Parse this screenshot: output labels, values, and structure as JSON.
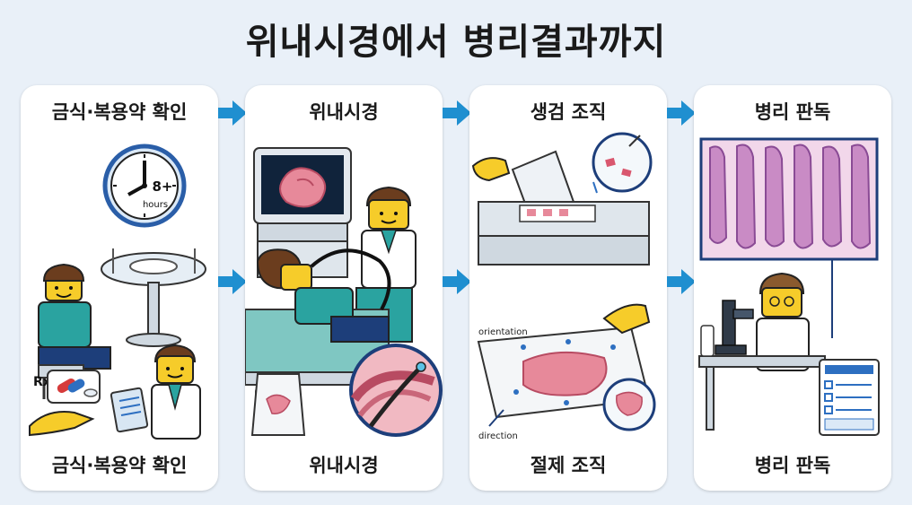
{
  "title": "위내시경에서 병리결과까지",
  "panels": [
    {
      "top_label": "금식·복용약 확인",
      "bottom_label": "금식·복용약 확인",
      "clock_number": "8+",
      "clock_unit": "hours",
      "rx_symbol": "Rx"
    },
    {
      "top_label": "위내시경",
      "bottom_label": "위내시경"
    },
    {
      "top_label": "생검 조직",
      "bottom_label": "절제 조직",
      "label_orientation": "orientation",
      "label_direction": "direction"
    },
    {
      "top_label": "병리 판독",
      "bottom_label": "병리 판독"
    }
  ],
  "colors": {
    "arrow": "#1f8fd0",
    "panel_bg": "#ffffff",
    "page_bg": "#e9f0f8",
    "lego_yellow": "#f6cc2a",
    "tissue_pink": "#e7899a"
  }
}
